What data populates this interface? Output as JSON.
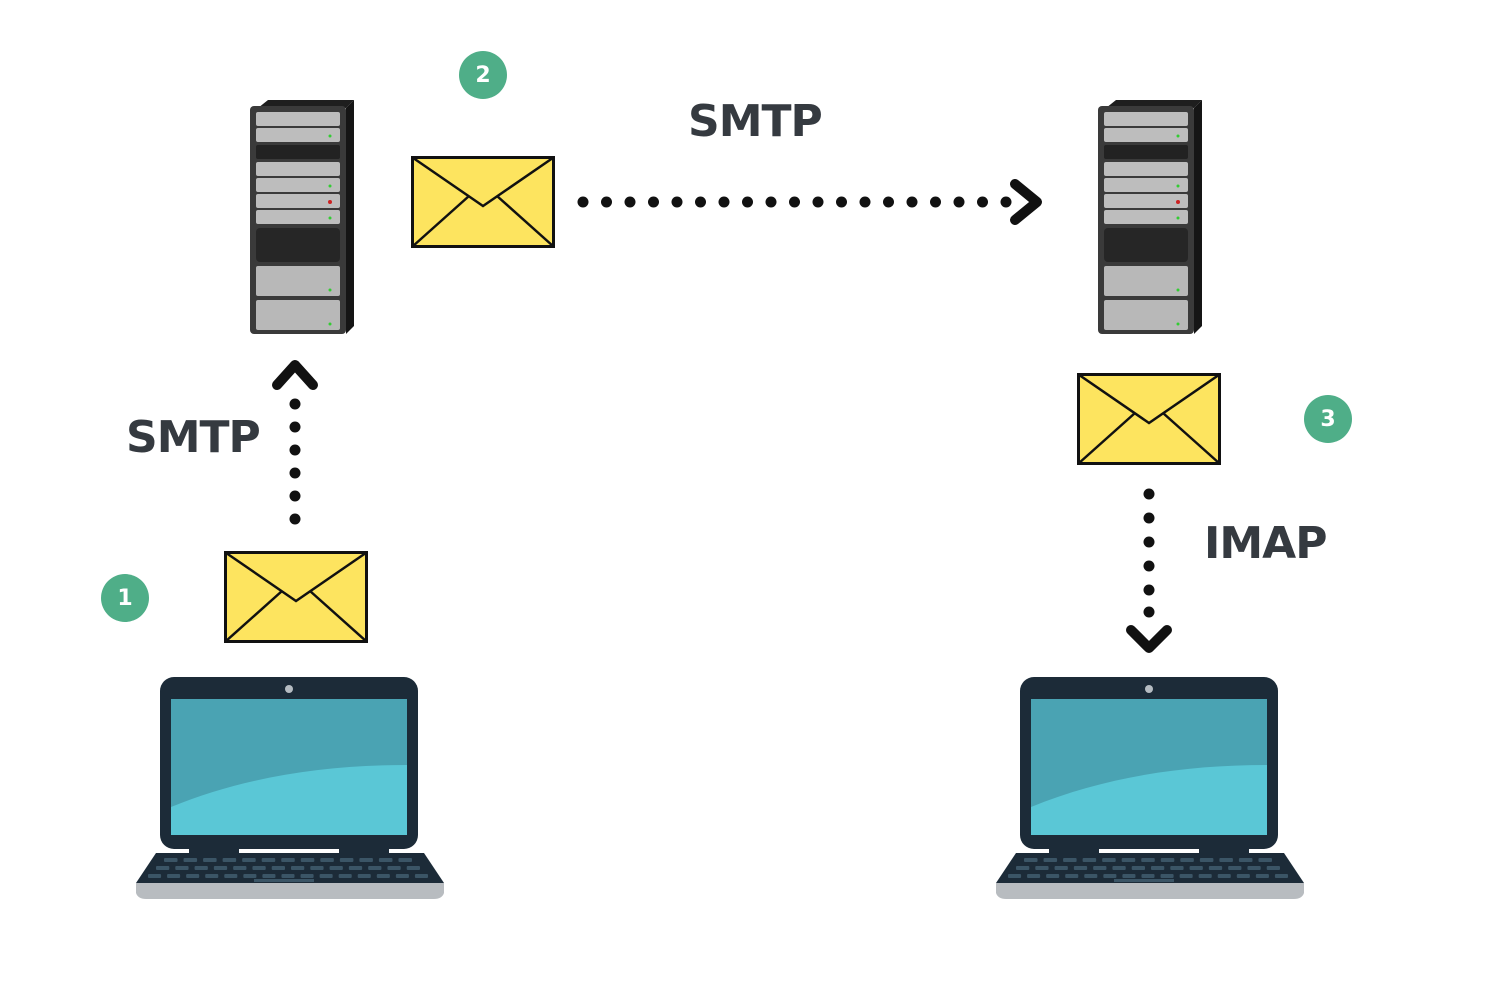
{
  "diagram": {
    "title": "Email delivery flow",
    "colors": {
      "badge": "#4fae88",
      "envelope_fill": "#fde45f",
      "envelope_stroke": "#111111",
      "label_text": "#353a40",
      "screen_top": "#4aa3b3",
      "screen_bottom": "#5ac7d6",
      "laptop_frame": "#1c2b38",
      "server_body": "#3a3a3a"
    },
    "steps": [
      {
        "number": "1",
        "description": "Sender laptop sends email to sender mail server"
      },
      {
        "number": "2",
        "description": "Sender mail server relays email to recipient mail server"
      },
      {
        "number": "3",
        "description": "Recipient retrieves email from recipient mail server"
      }
    ],
    "nodes": [
      {
        "id": "sender-laptop",
        "type": "laptop-icon"
      },
      {
        "id": "sender-server",
        "type": "server-icon"
      },
      {
        "id": "recipient-server",
        "type": "server-icon"
      },
      {
        "id": "recipient-laptop",
        "type": "laptop-icon"
      }
    ],
    "edges": [
      {
        "from": "sender-laptop",
        "to": "sender-server",
        "protocol": "SMTP",
        "direction": "up"
      },
      {
        "from": "sender-server",
        "to": "recipient-server",
        "protocol": "SMTP",
        "direction": "right"
      },
      {
        "from": "recipient-server",
        "to": "recipient-laptop",
        "protocol": "IMAP",
        "direction": "down"
      }
    ]
  }
}
